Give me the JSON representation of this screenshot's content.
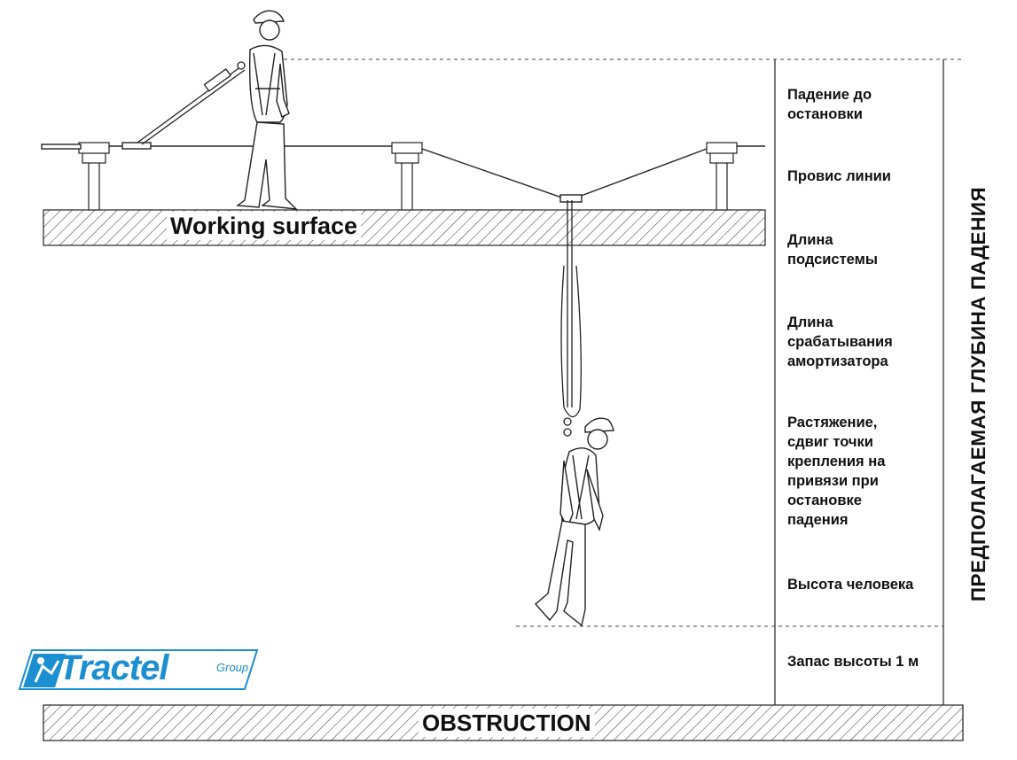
{
  "labels": {
    "fall_arrest": "Падение до\nостановки",
    "line_sag": "Провис линии",
    "subsystem_length": "Длина\nподсистемы",
    "absorber_length": "Длина\nсрабатывания\nамортизатора",
    "stretch": "Растяжение,\nсдвиг точки\nкрепления на\nпривязи при\nостановке\nпадения",
    "person_height": "Высота человека",
    "clearance": "Запас высоты 1 м"
  },
  "total_label": "ПРЕДПОЛАГАЕМАЯ ГЛУБИНА ПАДЕНИЯ",
  "working_surface": "Working surface",
  "obstruction": "OBSTRUCTION",
  "logo": {
    "brand": "Tractel",
    "suffix": "Group",
    "color": "#1b8fd1"
  },
  "icons": [
    "worker-standing-icon",
    "worker-suspended-icon",
    "tractel-logo-icon"
  ]
}
